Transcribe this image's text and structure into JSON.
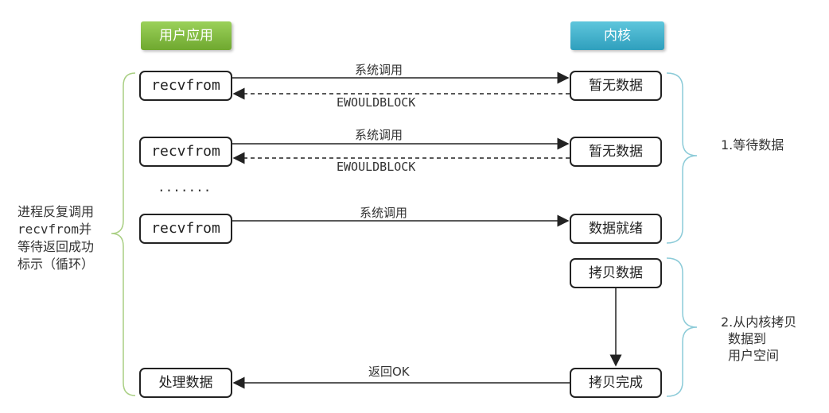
{
  "headers": {
    "user": "用户应用",
    "kernel": "内核"
  },
  "rows": [
    {
      "user": "recvfrom",
      "kernel": "暂无数据",
      "call": "系统调用",
      "reply": "EWOULDBLOCK"
    },
    {
      "user": "recvfrom",
      "kernel": "暂无数据",
      "call": "系统调用",
      "reply": "EWOULDBLOCK"
    },
    {
      "user": "recvfrom",
      "kernel": "数据就绪",
      "call": "系统调用"
    }
  ],
  "ellipsis": ".......",
  "copy_box": "拷贝数据",
  "copy_done_box": "拷贝完成",
  "process_box": "处理数据",
  "return_label": "返回OK",
  "left_note": [
    "进程反复调用",
    "recvfrom并",
    "等待返回成功",
    "标示（循环）"
  ],
  "phase1": "1.等待数据",
  "phase2": [
    "2.从内核拷贝",
    "数据到",
    "用户空间"
  ]
}
